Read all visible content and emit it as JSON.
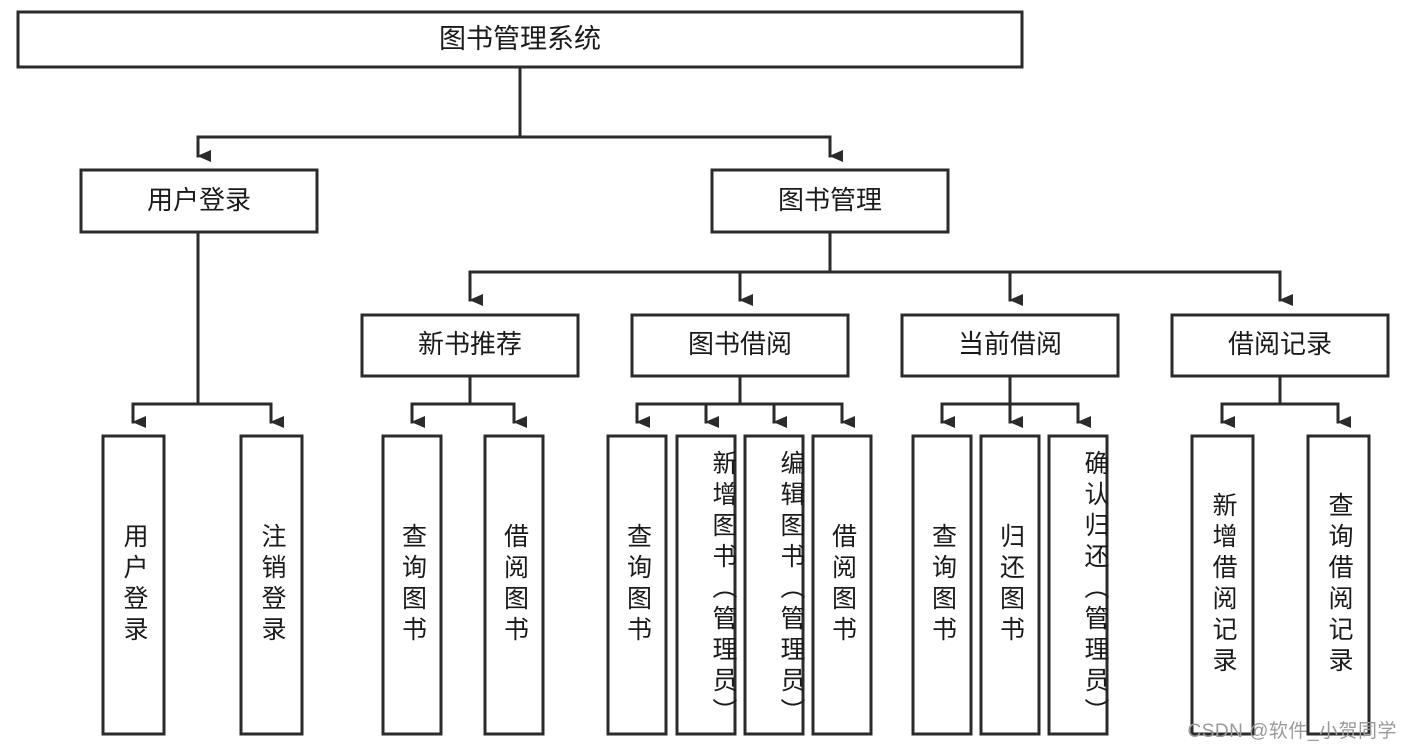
{
  "diagram": {
    "type": "tree-hierarchy",
    "title": "图书管理系统",
    "watermark": "CSDN @软件_小贺同学",
    "colors": {
      "stroke": "#2b2b2b",
      "fill": "#ffffff",
      "text": "#1a1a1a",
      "watermark": "#9a9a9a"
    },
    "levels": {
      "root": {
        "label": "图书管理系统"
      },
      "level2": [
        {
          "label": "用户登录"
        },
        {
          "label": "图书管理"
        }
      ],
      "level3": [
        {
          "label": "新书推荐"
        },
        {
          "label": "图书借阅"
        },
        {
          "label": "当前借阅"
        },
        {
          "label": "借阅记录"
        }
      ],
      "leaves": {
        "user_login": [
          {
            "label": "用户登录"
          },
          {
            "label": "注销登录"
          }
        ],
        "new_book_recommend": [
          {
            "label": "查询图书"
          },
          {
            "label": "借阅图书"
          }
        ],
        "book_borrow": [
          {
            "label": "查询图书"
          },
          {
            "label": "新增图书（管理员）"
          },
          {
            "label": "编辑图书（管理员）"
          },
          {
            "label": "借阅图书"
          }
        ],
        "current_borrow": [
          {
            "label": "查询图书"
          },
          {
            "label": "归还图书"
          },
          {
            "label": "确认归还（管理员）"
          }
        ],
        "borrow_record": [
          {
            "label": "新增借阅记录"
          },
          {
            "label": "查询借阅记录"
          }
        ]
      }
    }
  }
}
